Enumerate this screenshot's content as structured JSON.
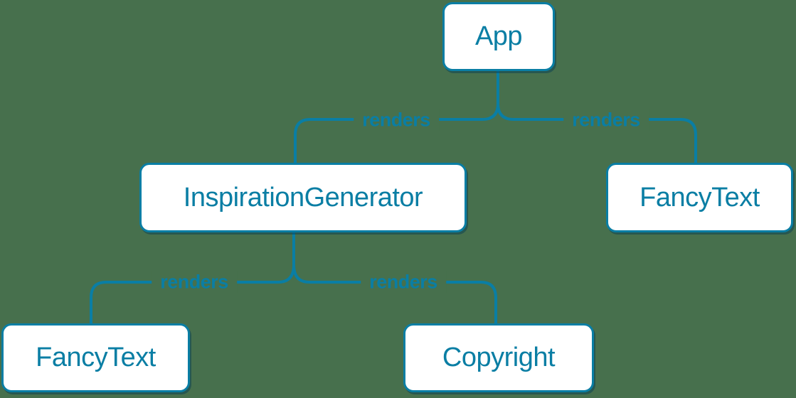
{
  "diagram": {
    "type": "component-render-tree",
    "nodes": [
      {
        "id": "app",
        "label": "App"
      },
      {
        "id": "inspiration-generator",
        "label": "InspirationGenerator"
      },
      {
        "id": "fancy-text-top",
        "label": "FancyText"
      },
      {
        "id": "fancy-text-bottom",
        "label": "FancyText"
      },
      {
        "id": "copyright",
        "label": "Copyright"
      }
    ],
    "edges": [
      {
        "from": "App",
        "to": "InspirationGenerator",
        "label": "renders"
      },
      {
        "from": "App",
        "to": "FancyText",
        "label": "renders"
      },
      {
        "from": "InspirationGenerator",
        "to": "FancyText",
        "label": "renders"
      },
      {
        "from": "InspirationGenerator",
        "to": "Copyright",
        "label": "renders"
      }
    ]
  },
  "colors": {
    "background": "#47704D",
    "accent": "#0A7EA4",
    "node_fill": "#FFFFFF",
    "node_shadow": "rgba(8,61,83,0.5)"
  }
}
